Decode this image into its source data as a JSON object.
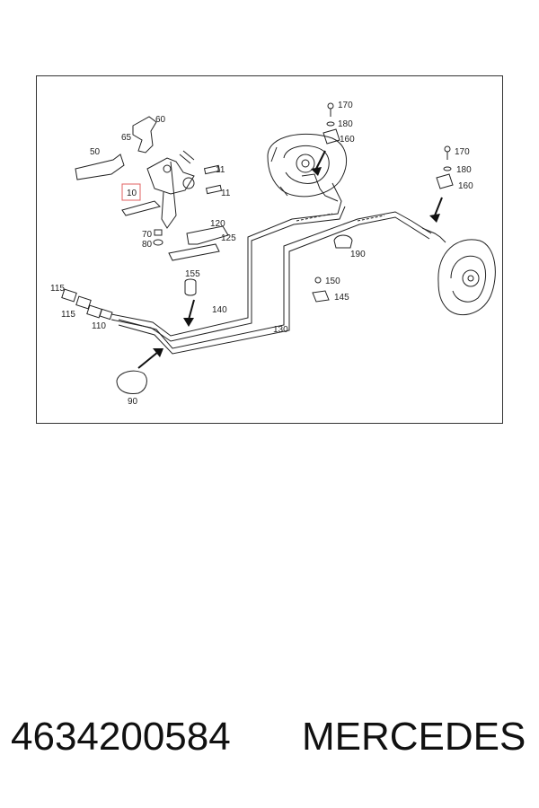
{
  "callouts": {
    "c10": "10",
    "c11a": "11",
    "c11b": "11",
    "c50": "50",
    "c60": "60",
    "c65": "65",
    "c70": "70",
    "c80": "80",
    "c90": "90",
    "c110": "110",
    "c115a": "115",
    "c115b": "115",
    "c120": "120",
    "c125": "125",
    "c130": "130",
    "c140": "140",
    "c145": "145",
    "c150": "150",
    "c155": "155",
    "c160a": "160",
    "c160b": "160",
    "c170a": "170",
    "c170b": "170",
    "c180a": "180",
    "c180b": "180",
    "c190": "190"
  },
  "highlight_color": "#e06060",
  "caption": {
    "part_number": "4634200584",
    "brand": "MERCEDES"
  }
}
